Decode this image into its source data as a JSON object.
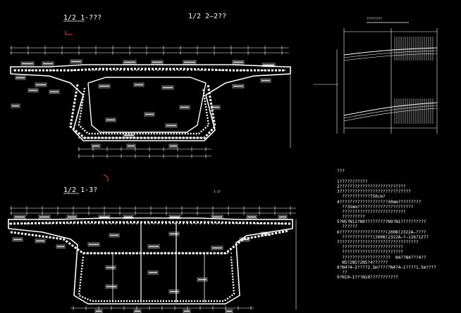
{
  "titles": {
    "main": "1/2  2—2??",
    "top_left": "1/2  1-???",
    "bottom_left": "1/2  1-3?",
    "bottom_right": "1-1?",
    "side_view": "?????????"
  },
  "notes_heading": "???",
  "notes": [
    "1???????????",
    "2??????????????????????????",
    "3????????????????????????????",
    "  ???????????750cm?",
    "4???????????????????30mm?????????",
    "  ??35mm??????????????????????",
    "  ?????????????????????????",
    "  ?????????",
    "5?N5?N12?N9?????????N9?N1??????????",
    "  ??????",
    "6??????????????????(200B)2322A—????",
    "  ????????????(200B)2322A—?—1267127?",
    "7???????????????????????????????",
    "  ????????????????????????",
    "  ????????????????????????",
    "  ???????????????????  N4??N4???4??",
    "  N5?2N5?2N5?4??????",
    "8?N4?4—2????2.5m?????N4?4—1????1.5m????",
    "  ??",
    "9?N10—1???N10???????????"
  ]
}
